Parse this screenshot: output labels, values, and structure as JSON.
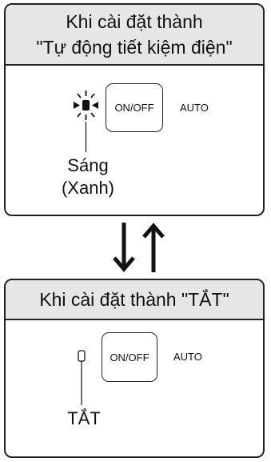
{
  "top_panel": {
    "title_line1": "Khi cài đặt thành",
    "title_line2": "\"Tự động tiết kiệm điện\"",
    "button_label": "ON/OFF",
    "auto_label": "AUTO",
    "indicator_caption_line1": "Sáng",
    "indicator_caption_line2": "(Xanh)"
  },
  "bottom_panel": {
    "title": "Khi cài đặt thành \"TẮT\"",
    "button_label": "ON/OFF",
    "auto_label": "AUTO",
    "indicator_caption": "TẮT"
  }
}
